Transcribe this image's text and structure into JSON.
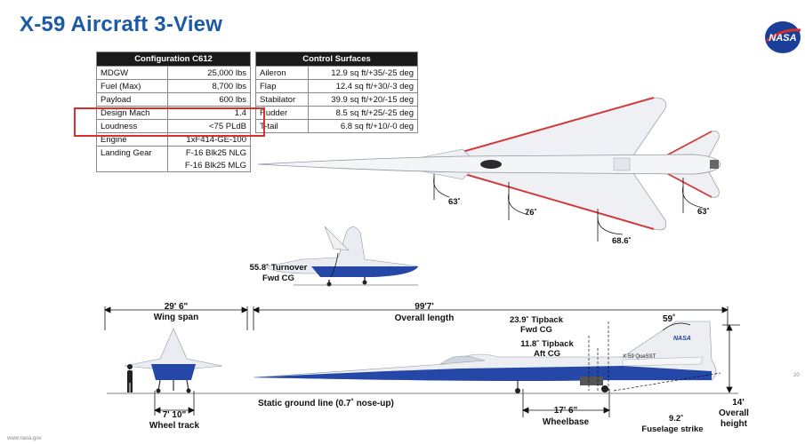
{
  "title": "X-59 Aircraft 3-View",
  "logo_text": "NASA",
  "config_table": {
    "header": "Configuration C612",
    "rows": [
      {
        "label": "MDGW",
        "value": "25,000 lbs"
      },
      {
        "label": "Fuel (Max)",
        "value": "8,700 lbs"
      },
      {
        "label": "Payload",
        "value": "600 lbs"
      },
      {
        "label": "Design Mach",
        "value": "1.4"
      },
      {
        "label": "Loudness",
        "value": "<75 PLdB"
      },
      {
        "label": "Engine",
        "value": "1xF414-GE-100"
      },
      {
        "label": "Landing Gear",
        "value": "F-16 Blk25 NLG"
      },
      {
        "label": "",
        "value": "F-16 Blk25 MLG"
      }
    ]
  },
  "control_table": {
    "header": "Control Surfaces",
    "rows": [
      {
        "label": "Aileron",
        "value": "12.9 sq ft/+35/-25 deg"
      },
      {
        "label": "Flap",
        "value": "12.4 sq ft/+30/-3 deg"
      },
      {
        "label": "Stabilator",
        "value": "39.9 sq ft/+20/-15 deg"
      },
      {
        "label": "Rudder",
        "value": "8.5 sq ft/+25/-25 deg"
      },
      {
        "label": "T-tail",
        "value": "6.8 sq ft/+10/-0 deg"
      }
    ]
  },
  "annotations": {
    "sweep_63_left": "63˚",
    "sweep_76": "76˚",
    "sweep_68": "68.6˚",
    "sweep_63_right": "63˚",
    "turnover": "55.8˚ Turnover",
    "turnover_sub": "Fwd CG",
    "wingspan_value": "29' 6\"",
    "wingspan_label": "Wing span",
    "length_value": "99'7'",
    "length_label": "Overall length",
    "tipback_fwd": "23.9˚ Tipback",
    "tipback_fwd_sub": "Fwd CG",
    "tipback_aft": "11.8˚ Tipback",
    "tipback_aft_sub": "Aft CG",
    "tail_angle": "59˚",
    "ground_line": "Static ground line (0.7˚ nose-up)",
    "wheel_track_value": "7' 10\"",
    "wheel_track_label": "Wheel track",
    "wheelbase_value": "17' 6\"",
    "wheelbase_label": "Wheelbase",
    "strike_value": "9.2˚",
    "strike_label": "Fuselage strike",
    "height_value": "14'",
    "height_label_1": "Overall",
    "height_label_2": "height",
    "tail_text": "X-59 QueSST",
    "tail_nasa": "NASA"
  },
  "footer": {
    "left": "www.nasa.gov",
    "page": "20"
  },
  "colors": {
    "title": "#1c5aa8",
    "highlight": "#d9302c",
    "aircraft_blue": "#2548a8",
    "wing_edge_red": "#d23b3b"
  }
}
